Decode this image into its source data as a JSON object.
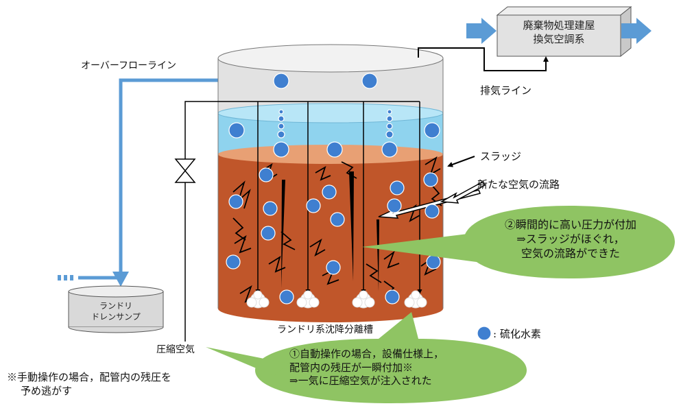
{
  "labels": {
    "waste_building": [
      "廃棄物処理建屋",
      "換気空調系"
    ],
    "exhaust_line": "排気ライン",
    "overflow_line": "オーバーフローライン",
    "sludge": "スラッジ",
    "new_air_path": "新たな空気の流路",
    "drain_sump": [
      "ランドリ",
      "ドレンサンプ"
    ],
    "compressed_air": "圧縮空気",
    "tank_name": "ランドリ系沈降分離槽",
    "legend": ": 硫化水素",
    "note": [
      "※手動操作の場合，配管内の残圧を",
      "予め逃がす"
    ]
  },
  "callouts": {
    "upper": [
      "②瞬間的に高い圧力が付加",
      "⇒スラッジがほぐれ，",
      "空気の流路ができた"
    ],
    "lower": [
      "①自動操作の場合，設備仕様上，",
      "配管内の残圧が一瞬付加※",
      "⇒一気に圧縮空気が注入された"
    ]
  },
  "colors": {
    "pipe_blue": "#5b9bd5",
    "bubble_blue": "#3f7fd0",
    "water": "#8fd3ee",
    "sludge": "#c0562a",
    "sludge_top": "#e8a074",
    "tank_grey": "#e4e4e4",
    "callout_green": "#8fc463",
    "box_grey": "#d9d9d9"
  }
}
